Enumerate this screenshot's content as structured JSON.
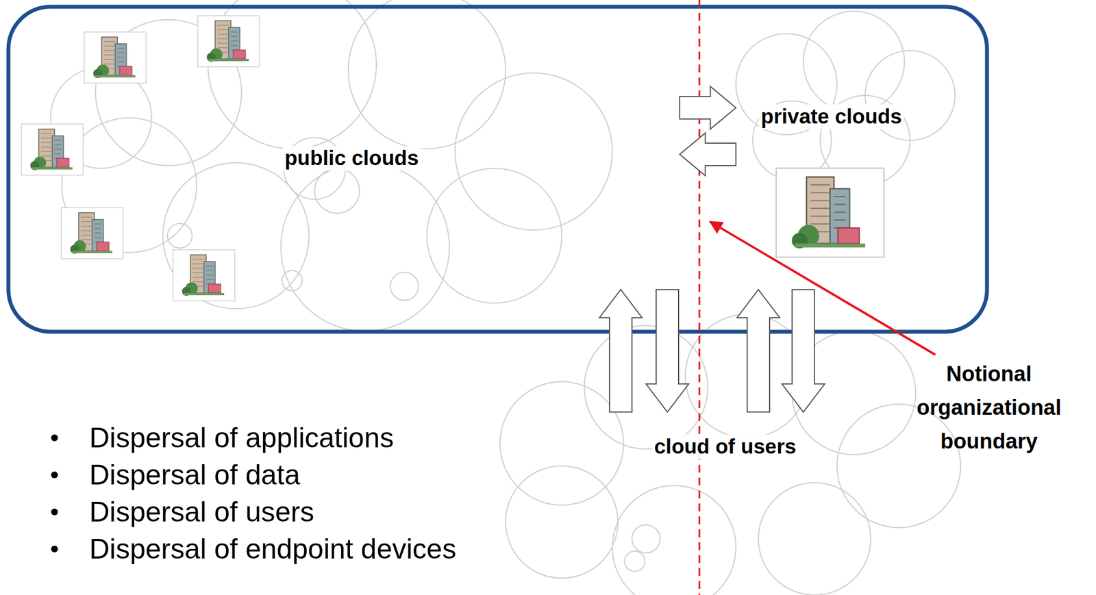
{
  "diagram": {
    "nodes": [
      {
        "text": [
          "public clouds"
        ]
      },
      {
        "text": [
          "private clouds"
        ]
      },
      {
        "text": [
          "cloud of users"
        ]
      }
    ],
    "edges": [
      {
        "from": 0,
        "to": 1,
        "arrow": "to"
      },
      {
        "from": 1,
        "to": 0,
        "arrow": "to"
      },
      {
        "from": 2,
        "to": 0,
        "arrow": "to"
      },
      {
        "from": 0,
        "to": 2,
        "arrow": "to"
      },
      {
        "from": 2,
        "to": 1,
        "arrow": "to"
      },
      {
        "from": 1,
        "to": 2,
        "arrow": "to"
      }
    ],
    "labels": [
      "Notional organizational boundary",
      "Dispersal of applications",
      "Dispersal of data",
      "Dispersal of users",
      "Dispersal of endpoint devices"
    ]
  }
}
